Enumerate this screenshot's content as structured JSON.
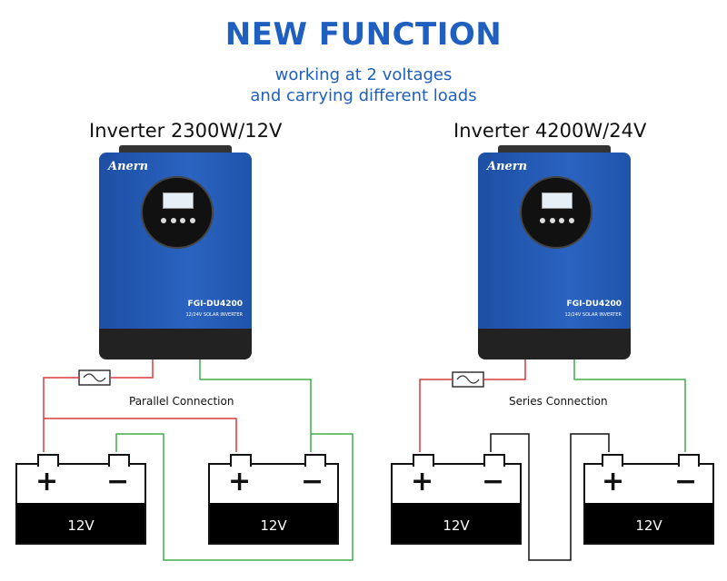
{
  "title": "NEW FUNCTION",
  "subtitle_line1": "working at 2 voltages",
  "subtitle_line2": "and carrying different loads",
  "inverters": [
    {
      "heading": "Inverter 2300W/12V",
      "brand": "Anern",
      "model": "FGI-DU4200",
      "model_sub": "12/24V SOLAR INVERTER"
    },
    {
      "heading": "Inverter 4200W/24V",
      "brand": "Anern",
      "model": "FGI-DU4200",
      "model_sub": "12/24V SOLAR INVERTER"
    }
  ],
  "connections": [
    "Parallel Connection",
    "Series Connection"
  ],
  "batteries": [
    {
      "label": "12V",
      "plus": "+",
      "minus": "−"
    },
    {
      "label": "12V",
      "plus": "+",
      "minus": "−"
    },
    {
      "label": "12V",
      "plus": "+",
      "minus": "−"
    },
    {
      "label": "12V",
      "plus": "+",
      "minus": "−"
    }
  ],
  "colors": {
    "title": "#1f5fbf",
    "positive_wire": "#d93a3a",
    "negative_wire": "#3fae49",
    "series_link": "#111111"
  }
}
